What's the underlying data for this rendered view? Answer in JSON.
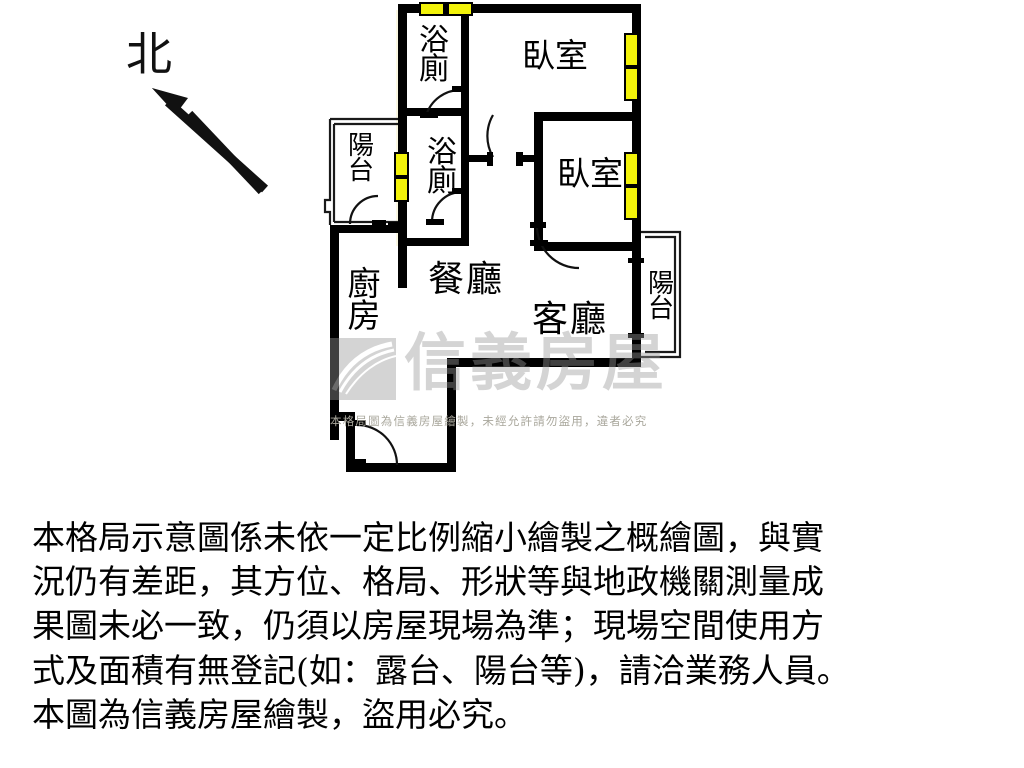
{
  "document": {
    "type": "floor-plan",
    "title_note": "格局示意圖"
  },
  "compass": {
    "label": "北",
    "direction": "north-arrow-upper-left"
  },
  "rooms": [
    {
      "key": "bathroom_top",
      "label": "浴廁"
    },
    {
      "key": "bathroom_mid",
      "label": "浴廁"
    },
    {
      "key": "bedroom_top",
      "label": "臥室"
    },
    {
      "key": "bedroom_mid",
      "label": "臥室"
    },
    {
      "key": "balcony_left",
      "label": "陽台"
    },
    {
      "key": "balcony_right",
      "label": "陽台"
    },
    {
      "key": "kitchen",
      "label": "廚房"
    },
    {
      "key": "dining",
      "label": "餐廳"
    },
    {
      "key": "living",
      "label": "客廳"
    }
  ],
  "room_labels": {
    "bathroom_top": "浴\n廁",
    "bathroom_mid": "浴\n廁",
    "bedroom_top": "臥室",
    "bedroom_mid": "臥室",
    "balcony_left": "陽\n台",
    "balcony_right": "陽\n台",
    "kitchen": "廚\n房",
    "dining": "餐廳",
    "living": "客廳"
  },
  "watermark": {
    "brand": "信義房屋",
    "notice": "本格局圖為信義房屋繪製，未經允許請勿盜用，違者必究",
    "color": "#9a9a9a"
  },
  "disclaimer": {
    "lines": [
      "本格局示意圖係未依一定比例縮小繪製之概繪圖，與實",
      "況仍有差距，其方位、格局、形狀等與地政機關測量成",
      "果圖未必一致，仍須以房屋現場為準；現場空間使用方",
      "式及面積有無登記(如：露台、陽台等)，請洽業務人員。",
      "本圖為信義房屋繪製，盜用必究。"
    ]
  },
  "colors": {
    "wall": "#000000",
    "window_fill": "#F2F20A",
    "window_border": "#000000",
    "interior": "#FFFFFF",
    "thin_line": "#1a1a1a",
    "watermark": "#9a9a9a",
    "watermark_small": "#a9a79c",
    "edge_tint": "#FBF8E3"
  },
  "windows": [
    {
      "key": "win-bath-top",
      "orientation": "horizontal",
      "panes": 2
    },
    {
      "key": "win-bed1-right",
      "orientation": "vertical",
      "panes": 2
    },
    {
      "key": "win-bed2-right",
      "orientation": "vertical",
      "panes": 2
    },
    {
      "key": "win-balcony-left",
      "orientation": "vertical",
      "panes": 2
    }
  ],
  "doors": [
    {
      "key": "door-bath-top",
      "type": "swing"
    },
    {
      "key": "door-bath-mid",
      "type": "swing"
    },
    {
      "key": "door-bed1",
      "type": "swing"
    },
    {
      "key": "door-bed2",
      "type": "swing"
    },
    {
      "key": "door-balcony-left",
      "type": "swing"
    },
    {
      "key": "door-entrance",
      "type": "swing"
    },
    {
      "key": "door-balcony-right",
      "type": "sliding"
    }
  ]
}
